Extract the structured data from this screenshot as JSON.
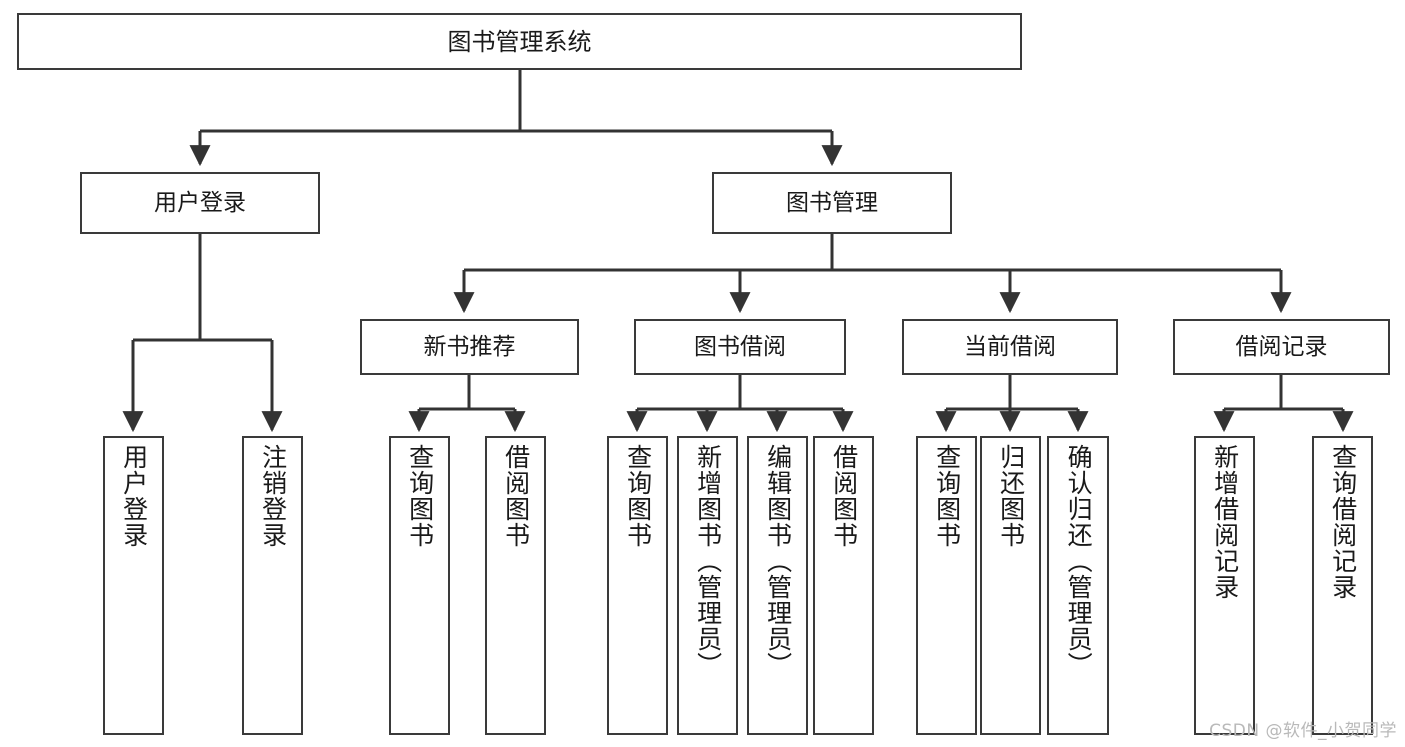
{
  "diagram": {
    "title": "图书管理系统",
    "type": "tree",
    "watermark": "CSDN @软件_小贺同学",
    "colors": {
      "box_border": "#3a3a3a",
      "box_fill": "#ffffff",
      "connector": "#333333",
      "text": "#1a1a1a",
      "watermark": "#b9b9b9"
    },
    "levels": 4
  },
  "nodes": {
    "root": {
      "label": "图书管理系统"
    },
    "level2": [
      {
        "label": "用户登录"
      },
      {
        "label": "图书管理"
      }
    ],
    "level3": [
      {
        "label": "新书推荐"
      },
      {
        "label": "图书借阅"
      },
      {
        "label": "当前借阅"
      },
      {
        "label": "借阅记录"
      }
    ],
    "leaves_user_login": [
      {
        "label": "用户登录"
      },
      {
        "label": "注销登录"
      }
    ],
    "leaves_new_book": [
      {
        "label": "查询图书"
      },
      {
        "label": "借阅图书"
      }
    ],
    "leaves_borrow": [
      {
        "label": "查询图书"
      },
      {
        "label": "新增图书（管理员）"
      },
      {
        "label": "编辑图书（管理员）"
      },
      {
        "label": "借阅图书"
      }
    ],
    "leaves_current": [
      {
        "label": "查询图书"
      },
      {
        "label": "归还图书"
      },
      {
        "label": "确认归还（管理员）"
      }
    ],
    "leaves_records": [
      {
        "label": "新增借阅记录"
      },
      {
        "label": "查询借阅记录"
      }
    ]
  },
  "chart_data": {
    "type": "tree",
    "title": "图书管理系统",
    "edges": [
      {
        "from": "图书管理系统",
        "to": "用户登录"
      },
      {
        "from": "图书管理系统",
        "to": "图书管理"
      },
      {
        "from": "用户登录",
        "to": "用户登录"
      },
      {
        "from": "用户登录",
        "to": "注销登录"
      },
      {
        "from": "图书管理",
        "to": "新书推荐"
      },
      {
        "from": "图书管理",
        "to": "图书借阅"
      },
      {
        "from": "图书管理",
        "to": "当前借阅"
      },
      {
        "from": "图书管理",
        "to": "借阅记录"
      },
      {
        "from": "新书推荐",
        "to": "查询图书"
      },
      {
        "from": "新书推荐",
        "to": "借阅图书"
      },
      {
        "from": "图书借阅",
        "to": "查询图书"
      },
      {
        "from": "图书借阅",
        "to": "新增图书（管理员）"
      },
      {
        "from": "图书借阅",
        "to": "编辑图书（管理员）"
      },
      {
        "from": "图书借阅",
        "to": "借阅图书"
      },
      {
        "from": "当前借阅",
        "to": "查询图书"
      },
      {
        "from": "当前借阅",
        "to": "归还图书"
      },
      {
        "from": "当前借阅",
        "to": "确认归还（管理员）"
      },
      {
        "from": "借阅记录",
        "to": "新增借阅记录"
      },
      {
        "from": "借阅记录",
        "to": "查询借阅记录"
      }
    ]
  }
}
